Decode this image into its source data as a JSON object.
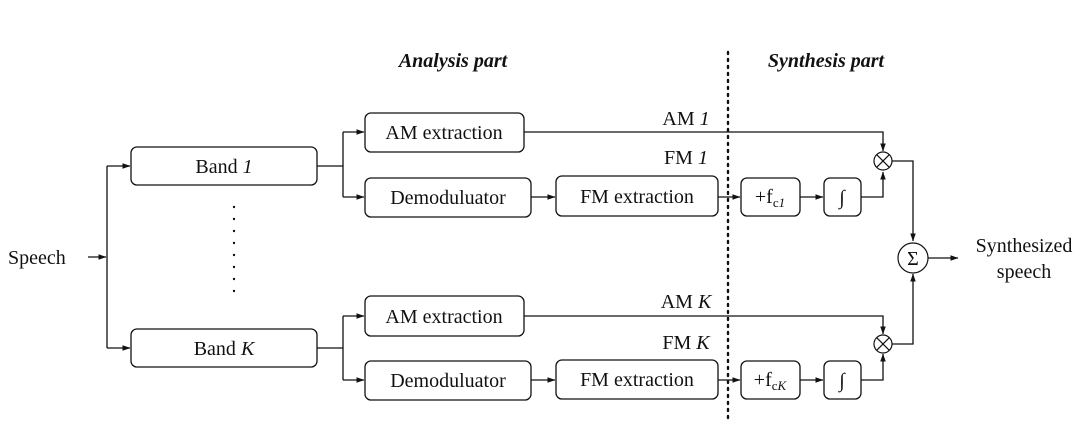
{
  "headers": {
    "analysis": "Analysis part",
    "synthesis": "Synthesis part"
  },
  "input_label": "Speech",
  "output_label": [
    "Synthesized",
    "speech"
  ],
  "bands": [
    {
      "band_prefix": "Band ",
      "band_index": "1",
      "am_box": "AM extraction",
      "demod_box": "Demoduluator",
      "fm_box": "FM extraction",
      "am_prefix": "AM ",
      "am_index": "1",
      "fm_prefix": "FM ",
      "fm_index": "1",
      "shift_prefix": "+f",
      "shift_sub_c": "c",
      "shift_sub_idx": "1",
      "integral": "∫"
    },
    {
      "band_prefix": "Band ",
      "band_index": "K",
      "am_box": "AM extraction",
      "demod_box": "Demoduluator",
      "fm_box": "FM extraction",
      "am_prefix": "AM ",
      "am_index": "K",
      "fm_prefix": "FM ",
      "fm_index": "K",
      "shift_prefix": "+f",
      "shift_sub_c": "c",
      "shift_sub_idx": "K",
      "integral": "∫"
    }
  ],
  "multiply_symbol": "⊗",
  "sum_symbol": "Σ"
}
